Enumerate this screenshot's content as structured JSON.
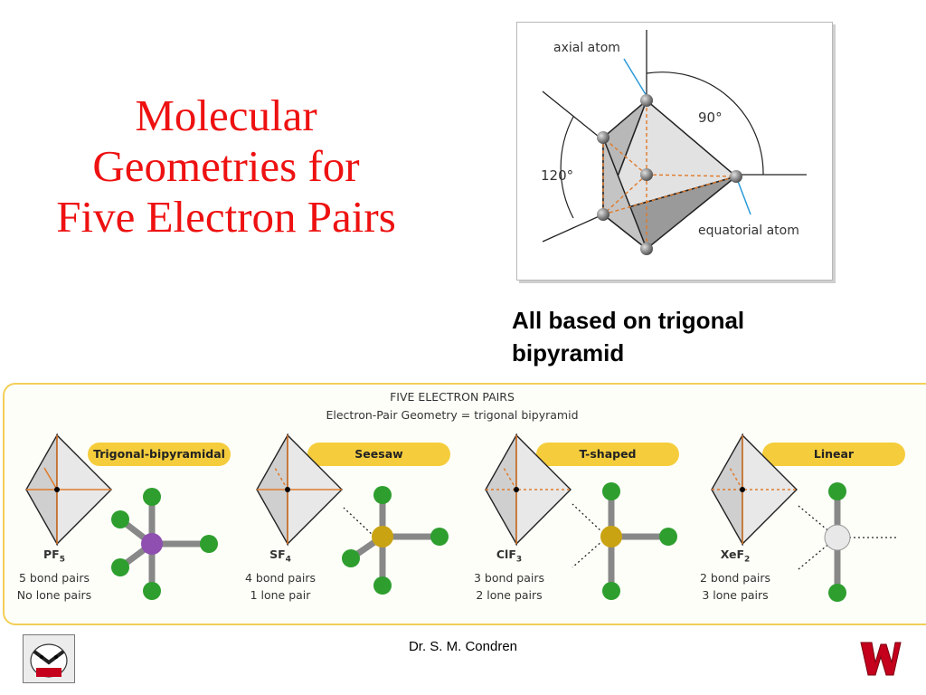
{
  "title": {
    "line1": "Molecular",
    "line2": "Geometries for",
    "line3": "Five Electron Pairs"
  },
  "top_figure": {
    "axial_label": "axial atom",
    "equatorial_label": "equatorial atom",
    "angle_90": "90°",
    "angle_120": "120°"
  },
  "caption": {
    "line1": "All based on trigonal",
    "line2": "bipyramid"
  },
  "panel": {
    "heading": "FIVE ELECTRON PAIRS",
    "subheading": "Electron-Pair Geometry = trigonal bipyramid",
    "molecules": [
      {
        "shape": "Trigonal-bipyramidal",
        "formula": "PF",
        "subscript": "5",
        "bonds": "5 bond pairs",
        "lone": "No lone pairs",
        "center_color": "#8e4fb0"
      },
      {
        "shape": "Seesaw",
        "formula": "SF",
        "subscript": "4",
        "bonds": "4 bond pairs",
        "lone": "1 lone pair",
        "center_color": "#c9a312"
      },
      {
        "shape": "T-shaped",
        "formula": "ClF",
        "subscript": "3",
        "bonds": "3 bond pairs",
        "lone": "2 lone pairs",
        "center_color": "#c9a312"
      },
      {
        "shape": "Linear",
        "formula": "XeF",
        "subscript": "2",
        "bonds": "2 bond pairs",
        "lone": "3 lone pairs",
        "center_color": "#e8e8e8"
      }
    ]
  },
  "footer": {
    "author": "Dr. S. M. Condren"
  },
  "colors": {
    "title": "#ee1111",
    "pill": "#f5cd3c",
    "fluorine": "#2e9e2e",
    "panel_border": "#f2cf58"
  },
  "icons": [
    "badger-mascot-logo",
    "wisconsin-w-logo"
  ]
}
